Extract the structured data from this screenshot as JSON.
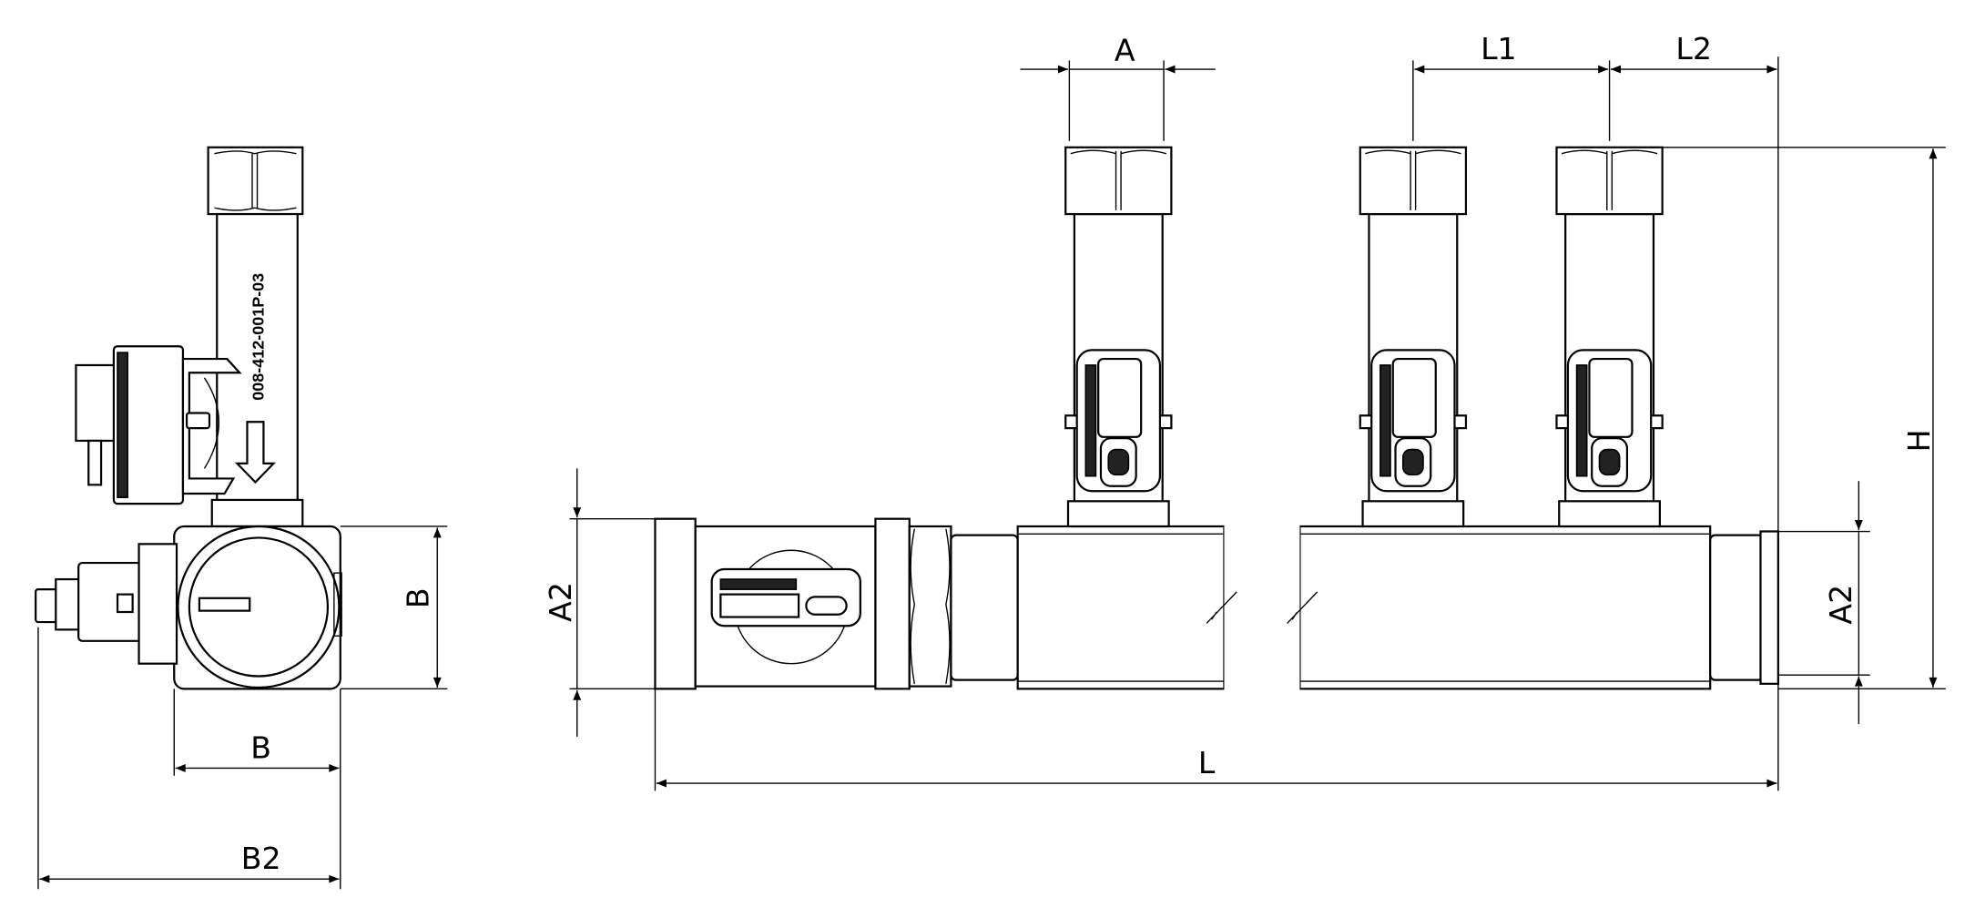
{
  "part_number": "008-412-001P-03",
  "dimensions": {
    "side_b_vertical": "B",
    "side_b_horizontal": "B",
    "side_b2": "B2",
    "front_a2_left": "A2",
    "front_a2_right": "A2",
    "front_a": "A",
    "front_l1": "L1",
    "front_l2": "L2",
    "front_h": "H",
    "front_l": "L"
  },
  "colors": {
    "line": "#000000",
    "background": "#ffffff"
  }
}
